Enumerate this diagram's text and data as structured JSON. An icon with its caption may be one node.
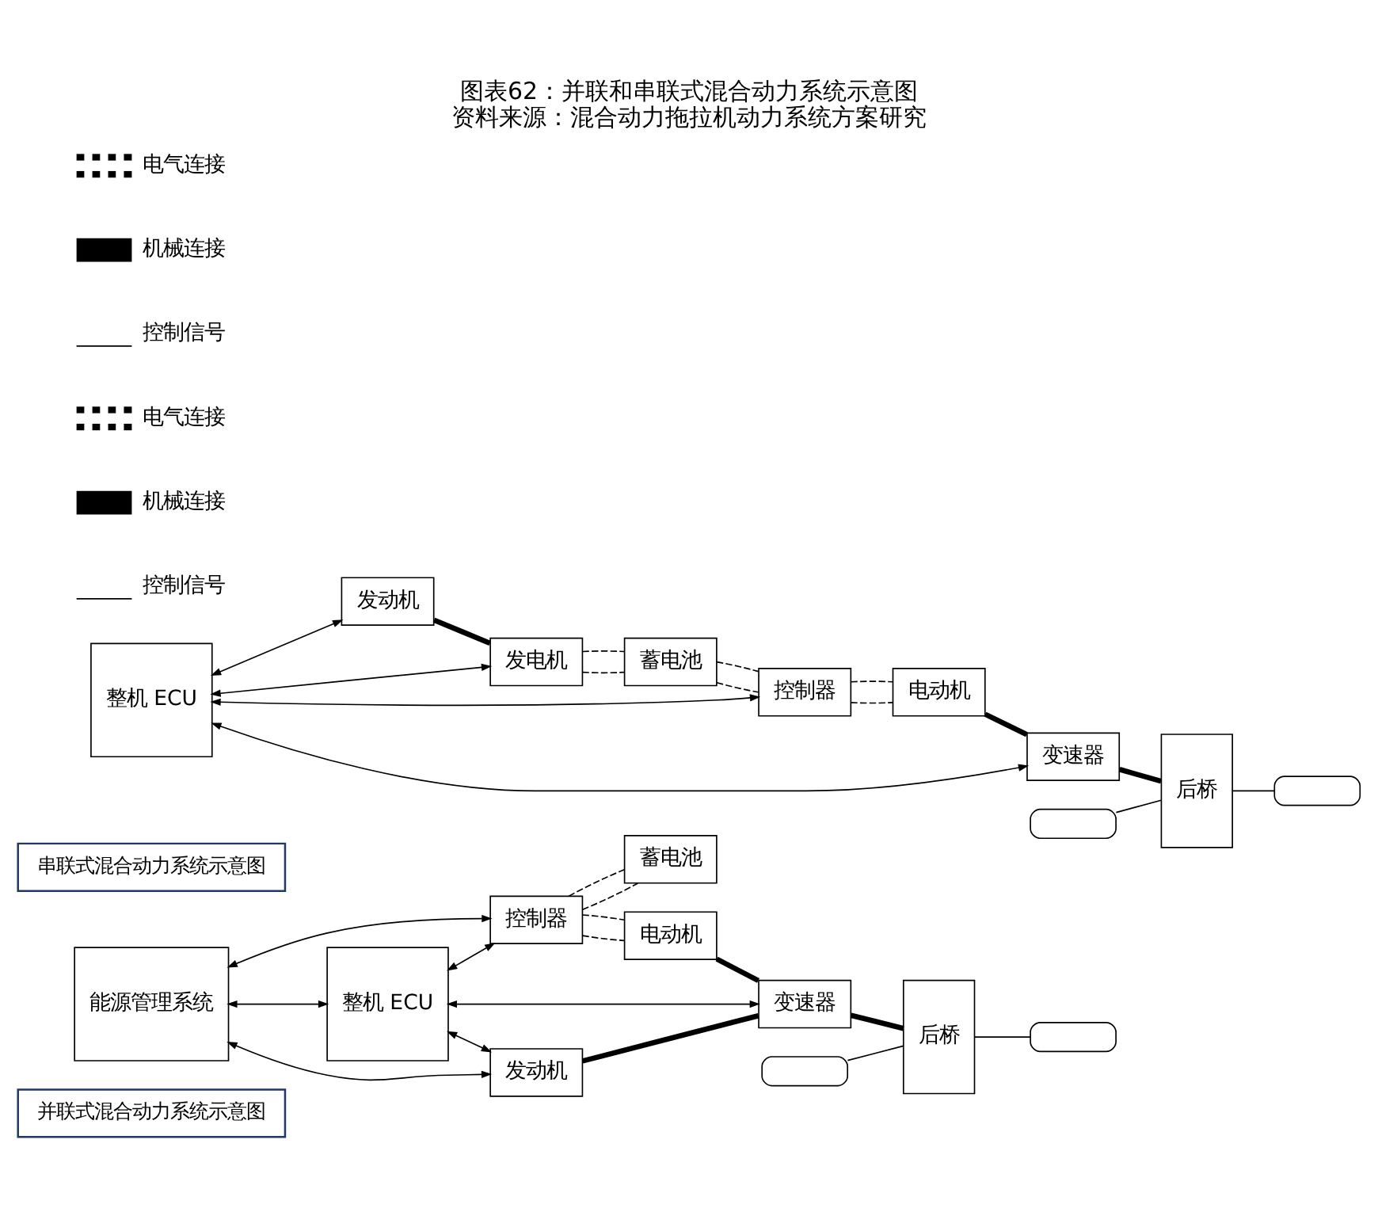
{
  "diagram": {
    "title": "图表62：并联和串联式混合动力系统示意图",
    "caption": "资料来源：混合动力拖拉机动力系统方案研究",
    "nodes": [
      {
        "text": [
          "串联式混合动力系统示意图"
        ]
      },
      {
        "text": [
          "整机 ECU"
        ]
      },
      {
        "text": [
          "发动机"
        ]
      },
      {
        "text": [
          "发电机"
        ]
      },
      {
        "text": [
          "蓄电池"
        ]
      },
      {
        "text": [
          "控制器"
        ]
      },
      {
        "text": [
          "电动机"
        ]
      },
      {
        "text": [
          "变速器"
        ]
      },
      {
        "text": [
          "后桥"
        ]
      },
      {
        "text": [],
        "shape": "box"
      },
      {
        "text": [],
        "shape": "box"
      },
      {
        "text": [
          "并联式混合动力系统示意图"
        ]
      },
      {
        "text": [
          "能源管理系统"
        ]
      },
      {
        "text": [
          "整机 ECU"
        ]
      },
      {
        "text": [
          "控制器"
        ]
      },
      {
        "text": [
          "蓄电池"
        ]
      },
      {
        "text": [
          "电动机"
        ]
      },
      {
        "text": [
          "发动机"
        ]
      },
      {
        "text": [
          "变速器"
        ]
      },
      {
        "text": [
          "后桥"
        ]
      },
      {
        "text": [],
        "shape": "box"
      },
      {
        "text": [],
        "shape": "box"
      }
    ],
    "edges": [
      {
        "from": 1,
        "to": 3,
        "arrow": "both"
      },
      {
        "from": 1,
        "to": 2,
        "arrow": "both"
      },
      {
        "from": 2,
        "to": 3,
        "arrow": "none",
        "style": "thick"
      },
      {
        "from": 3,
        "to": 4,
        "arrow": "none",
        "style": "dashed"
      },
      {
        "from": 3,
        "to": 4,
        "arrow": "none",
        "style": "dashed"
      },
      {
        "from": 4,
        "to": 5,
        "arrow": "none",
        "style": "dashed"
      },
      {
        "from": 4,
        "to": 5,
        "arrow": "none",
        "style": "dashed"
      },
      {
        "from": 5,
        "to": 6,
        "arrow": "none",
        "style": "dashed"
      },
      {
        "from": 5,
        "to": 6,
        "arrow": "none",
        "style": "dashed"
      },
      {
        "from": 6,
        "to": 7,
        "arrow": "none",
        "style": "thick"
      },
      {
        "from": 7,
        "to": 8,
        "arrow": "none",
        "style": "thick"
      },
      {
        "from": 1,
        "to": 5,
        "arrow": "both"
      },
      {
        "from": 1,
        "to": 7,
        "arrow": "both"
      },
      {
        "from": 9,
        "to": 8,
        "arrow": "none"
      },
      {
        "from": 8,
        "to": 10,
        "arrow": "none"
      },
      {
        "from": 12,
        "to": 14,
        "arrow": "both"
      },
      {
        "from": 12,
        "to": 13,
        "arrow": "both"
      },
      {
        "from": 13,
        "to": 14,
        "arrow": "both"
      },
      {
        "from": 14,
        "to": 16,
        "arrow": "none",
        "style": "dashed"
      },
      {
        "from": 14,
        "to": 16,
        "arrow": "none",
        "style": "dashed"
      },
      {
        "from": 14,
        "to": 15,
        "arrow": "none",
        "style": "dashed"
      },
      {
        "from": 14,
        "to": 15,
        "arrow": "none",
        "style": "dashed"
      },
      {
        "from": 13,
        "to": 17,
        "arrow": "both"
      },
      {
        "from": 12,
        "to": 17,
        "arrow": "both"
      },
      {
        "from": 13,
        "to": 18,
        "arrow": "both"
      },
      {
        "from": 16,
        "to": 18,
        "arrow": "none",
        "style": "thick"
      },
      {
        "from": 17,
        "to": 18,
        "arrow": "none",
        "style": "thick"
      },
      {
        "from": 18,
        "to": 19,
        "arrow": "none",
        "style": "thick"
      },
      {
        "from": 20,
        "to": 19,
        "arrow": "none"
      },
      {
        "from": 19,
        "to": 21,
        "arrow": "none"
      }
    ],
    "legend": [
      {
        "text": "电气连接"
      },
      {
        "text": "机械连接"
      },
      {
        "text": "控制信号"
      },
      {
        "text": "电气连接"
      },
      {
        "text": "机械连接"
      },
      {
        "text": "控制信号"
      }
    ]
  }
}
